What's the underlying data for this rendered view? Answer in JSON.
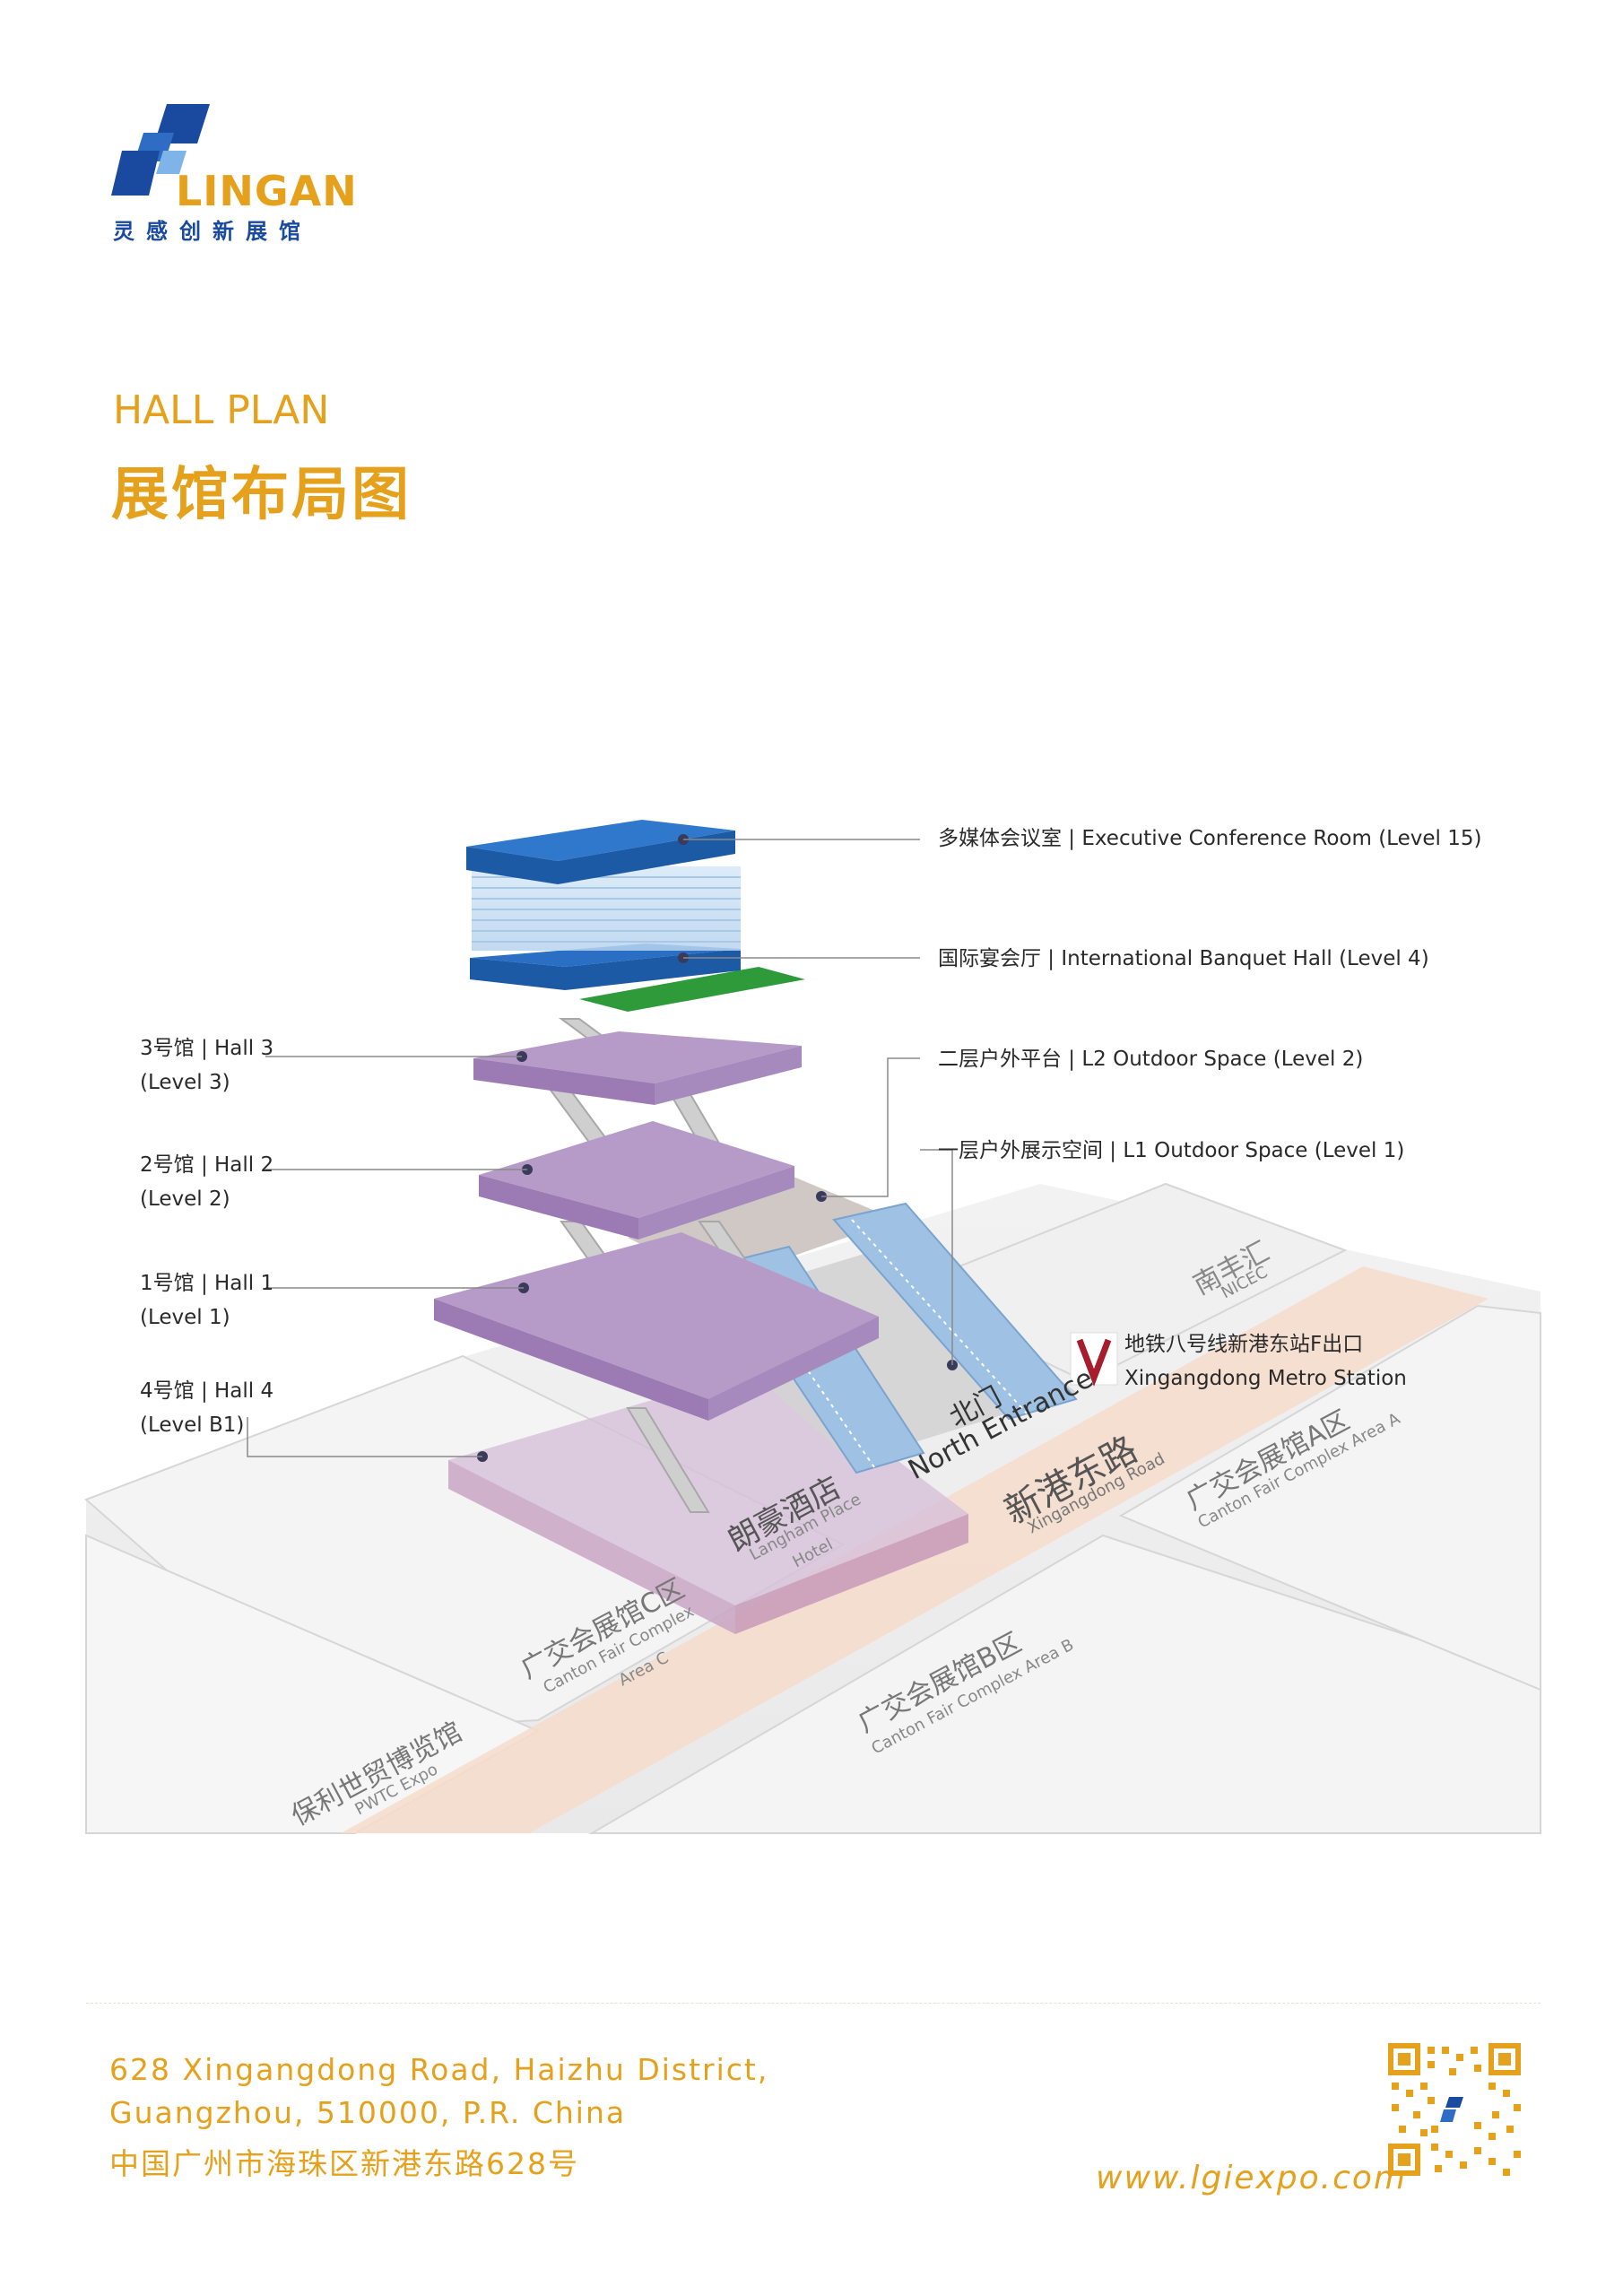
{
  "brand": {
    "name": "LINGAN",
    "name_zh": "灵感创新展馆",
    "colors": {
      "accent": "#e6a11c",
      "brand_blue": "#1a4aa0",
      "hall_purple": "#b89bc8",
      "road": "#f6dccb"
    }
  },
  "heading": {
    "en": "HALL PLAN",
    "zh": "展馆布局图"
  },
  "callouts": {
    "exec_conf": "多媒体会议室 | Executive Conference Room (Level 15)",
    "banquet": "国际宴会厅 | International Banquet Hall (Level 4)",
    "l2_outdoor": "二层户外平台 | L2 Outdoor Space (Level 2)",
    "l1_outdoor": "一层户外展示空间 | L1 Outdoor Space (Level 1)",
    "hall3": "3号馆 | Hall 3\n(Level 3)",
    "hall2": "2号馆 | Hall 2\n(Level 2)",
    "hall1": "1号馆 | Hall 1\n(Level 1)",
    "hall4": "4号馆 | Hall 4\n(Level B1)",
    "metro_zh": "地铁八号线新港东站F出口",
    "metro_en": "Xingangdong Metro Station"
  },
  "map_labels": {
    "nicec_zh": "南丰汇",
    "nicec_en": "NICEC",
    "north_zh": "北门",
    "north_en": "North Entrance",
    "road_zh": "新港东路",
    "road_en": "Xingangdong Road",
    "area_a_zh": "广交会展馆A区",
    "area_a_en": "Canton Fair Complex Area A",
    "area_b_zh": "广交会展馆B区",
    "area_b_en": "Canton Fair Complex Area B",
    "area_c_zh": "广交会展馆C区",
    "area_c_en1": "Canton Fair Complex",
    "area_c_en2": "Area C",
    "langham_zh": "朗豪酒店",
    "langham_en1": "Langham Place",
    "langham_en2": "Hotel",
    "pwtc_zh": "保利世贸博览馆",
    "pwtc_en": "PWTC Expo"
  },
  "footer": {
    "address_line1": "628 Xingangdong Road, Haizhu District,",
    "address_line2": "Guangzhou, 510000, P.R. China",
    "address_zh": "中国广州市海珠区新港东路628号",
    "website": "www.lgiexpo.com"
  }
}
